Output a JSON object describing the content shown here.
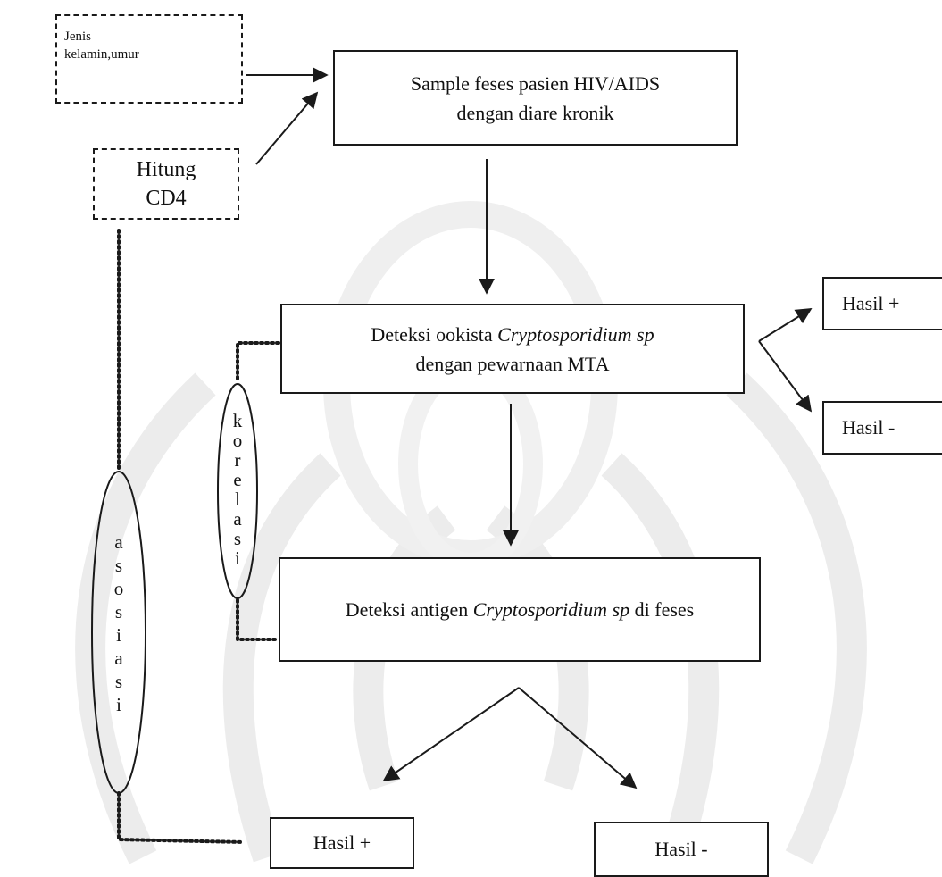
{
  "boxes": {
    "jenis": "Jenis kelamin,umur",
    "cd4_line1": "Hitung",
    "cd4_line2": "CD4",
    "sample_line1": "Sample feses pasien HIV/AIDS",
    "sample_line2": "dengan diare kronik",
    "mta_prefix": "Deteksi ookista ",
    "mta_species": "Cryptosporidium  sp",
    "mta_line2": "dengan pewarnaan MTA",
    "antigen_prefix": "Deteksi antigen ",
    "antigen_species": "Cryptosporidium sp",
    "antigen_suffix": " di feses",
    "mta_pos": "Hasil +",
    "mta_neg": "Hasil -",
    "antigen_pos": "Hasil +",
    "antigen_neg": "Hasil -"
  },
  "relations": {
    "korelasi": [
      "k",
      "o",
      "r",
      "e",
      "l",
      "a",
      "s",
      "i"
    ],
    "asosiasi": [
      "a",
      "s",
      "o",
      "s",
      "i",
      "a",
      "s",
      "i"
    ]
  },
  "colors": {
    "ink": "#1a1a1a",
    "watermark": "#e8e8e8"
  }
}
